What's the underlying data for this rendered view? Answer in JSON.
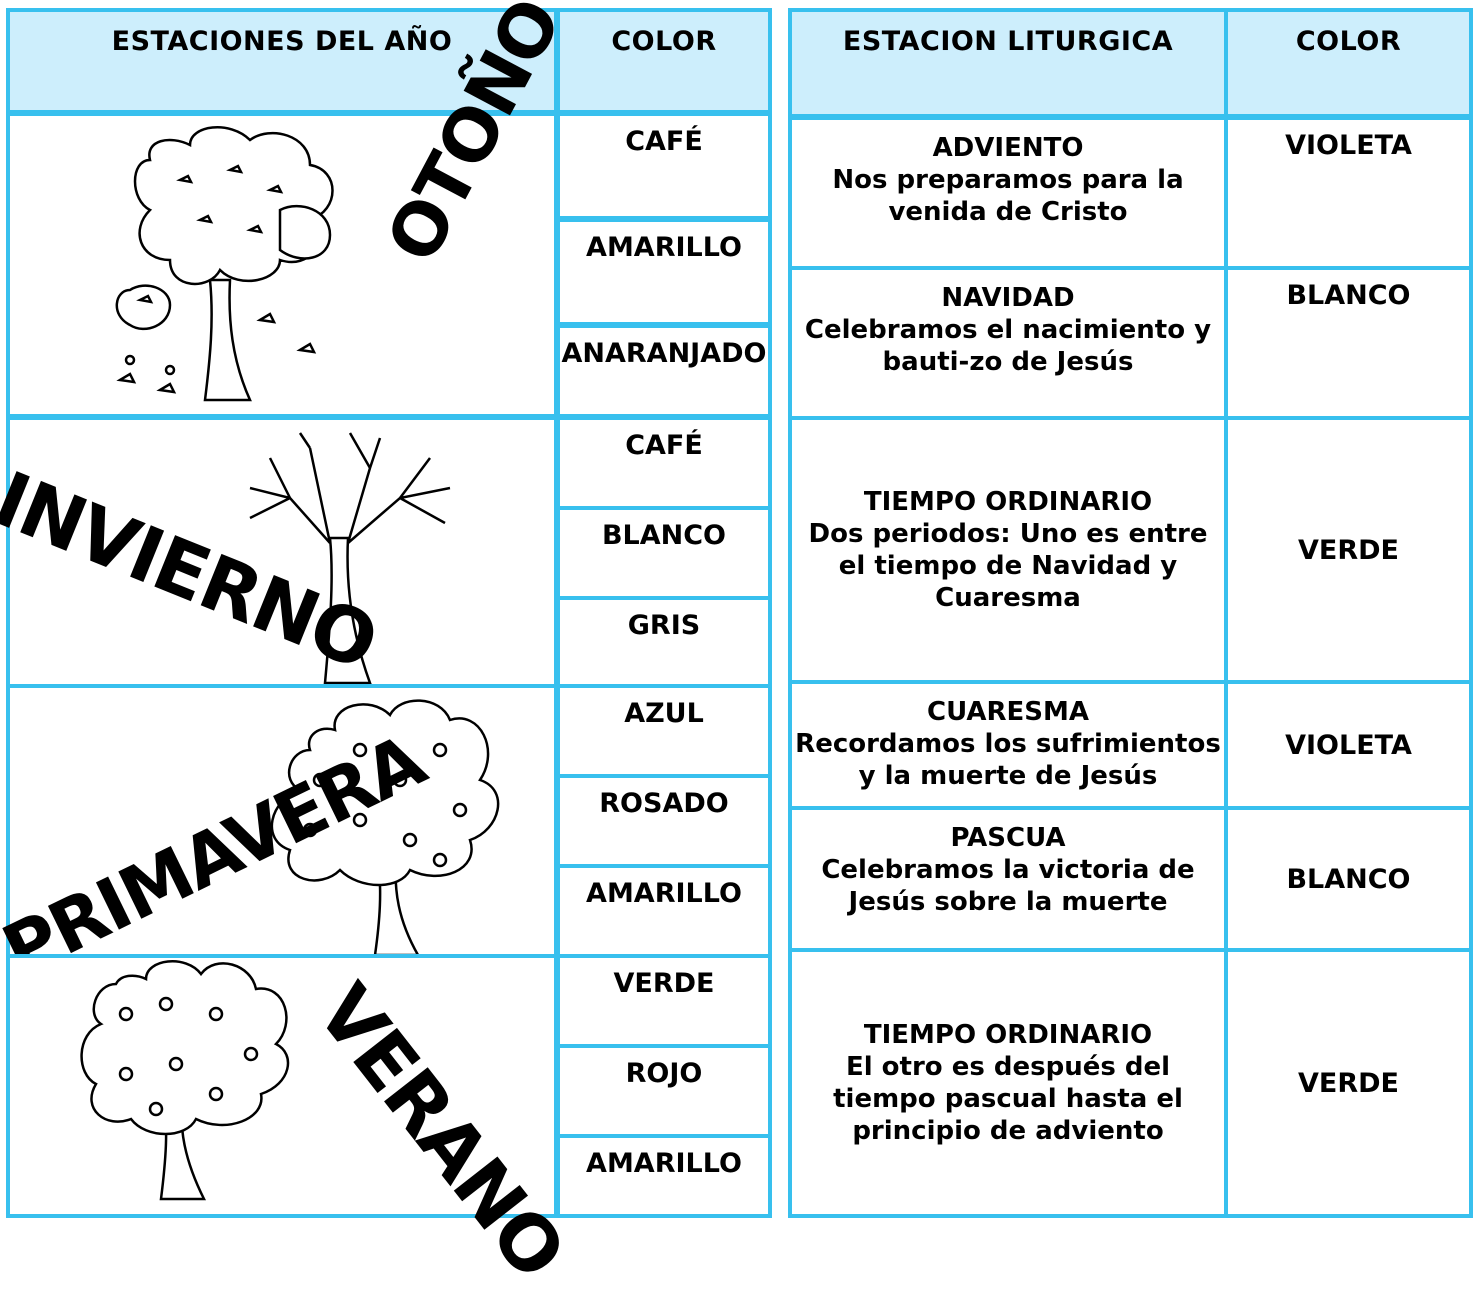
{
  "left_table": {
    "headers": {
      "seasons": "ESTACIONES DEL AÑO",
      "color": "COLOR"
    },
    "seasons": [
      {
        "name": "OTOÑO",
        "colors": [
          "CAFÉ",
          "AMARILLO",
          "ANARANJADO"
        ],
        "icon": "autumn-tree-icon"
      },
      {
        "name": "INVIERNO",
        "colors": [
          "CAFÉ",
          "BLANCO",
          "GRIS"
        ],
        "icon": "bare-tree-icon"
      },
      {
        "name": "PRIMAVERA",
        "colors": [
          "AZUL",
          "ROSADO",
          "AMARILLO"
        ],
        "icon": "flower-tree-icon"
      },
      {
        "name": "VERANO",
        "colors": [
          "VERDE",
          "ROJO",
          "AMARILLO"
        ],
        "icon": "fruit-tree-icon"
      }
    ]
  },
  "right_table": {
    "headers": {
      "season": "ESTACION LITURGICA",
      "color": "COLOR"
    },
    "rows": [
      {
        "title": "ADVIENTO",
        "desc": "Nos preparamos para la venida de Cristo",
        "color": "VIOLETA"
      },
      {
        "title": "NAVIDAD",
        "desc": "Celebramos el nacimiento y bauti-zo de Jesús",
        "color": "BLANCO"
      },
      {
        "title": "TIEMPO ORDINARIO",
        "desc": "Dos periodos: Uno es entre el tiempo de Navidad y Cuaresma",
        "color": "VERDE"
      },
      {
        "title": "CUARESMA",
        "desc": "Recordamos los sufrimientos y la muerte de Jesús",
        "color": "VIOLETA"
      },
      {
        "title": "PASCUA",
        "desc": "Celebramos la victoria de Jesús sobre la muerte",
        "color": "BLANCO"
      },
      {
        "title": "TIEMPO ORDINARIO",
        "desc": "El otro es después del tiempo pascual hasta el principio de adviento",
        "color": "VERDE"
      }
    ]
  },
  "theme": {
    "border": "#38c0ee",
    "header_bg": "#cdeefc"
  }
}
